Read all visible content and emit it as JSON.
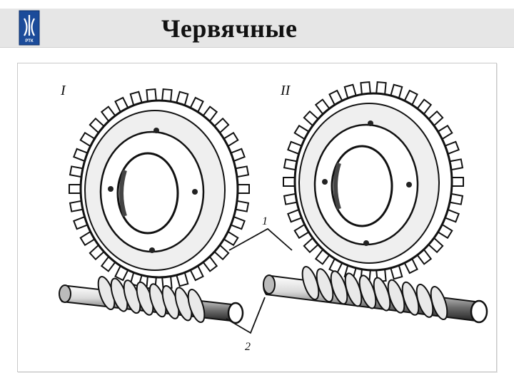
{
  "slide": {
    "title": "Червячные",
    "logo": {
      "icon": "rtk-logo-icon",
      "text": "РТК",
      "color": "#1b4b9a"
    }
  },
  "figure": {
    "labels": {
      "gear_set_1": "I",
      "gear_set_2": "II",
      "callout_wheel": "1",
      "callout_worm": "2"
    }
  }
}
